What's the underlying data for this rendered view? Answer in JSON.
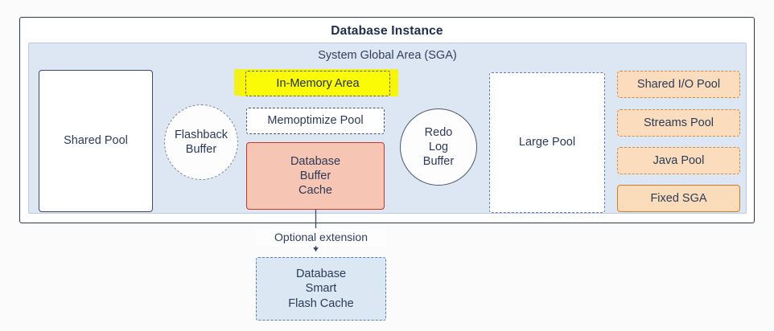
{
  "diagram": {
    "title": "Database Instance",
    "sga": {
      "title": "System Global Area (SGA)",
      "components": {
        "shared_pool": "Shared Pool",
        "flashback_buffer": "Flashback\nBuffer",
        "in_memory_area": "In-Memory Area",
        "memoptimize_pool": "Memoptimize Pool",
        "database_buffer_cache": "Database\nBuffer\nCache",
        "redo_log_buffer": "Redo\nLog\nBuffer",
        "large_pool": "Large Pool"
      },
      "right_column": [
        {
          "label": "Shared I/O Pool",
          "style": "dashed",
          "fill": "#fbddbe"
        },
        {
          "label": "Streams Pool",
          "style": "dashed",
          "fill": "#fbddbe"
        },
        {
          "label": "Java Pool",
          "style": "dashed",
          "fill": "#fbddbe"
        },
        {
          "label": "Fixed SGA",
          "style": "solid",
          "fill": "#fbdcba"
        }
      ]
    },
    "connector_label": "Optional extension",
    "external": {
      "smart_flash_cache": "Database\nSmart\nFlash Cache"
    },
    "colors": {
      "sga_background": "#dde7f3",
      "instance_border": "#2d3b52",
      "buffer_cache_fill": "#f7c5b4",
      "buffer_cache_border": "#c0392b",
      "pool_orange_fill": "#fbddbe",
      "pool_orange_border": "#c98b4b",
      "highlight_yellow": "#fbfb05",
      "flash_cache_fill": "#dce7f4",
      "text": "#2b3a56"
    }
  }
}
